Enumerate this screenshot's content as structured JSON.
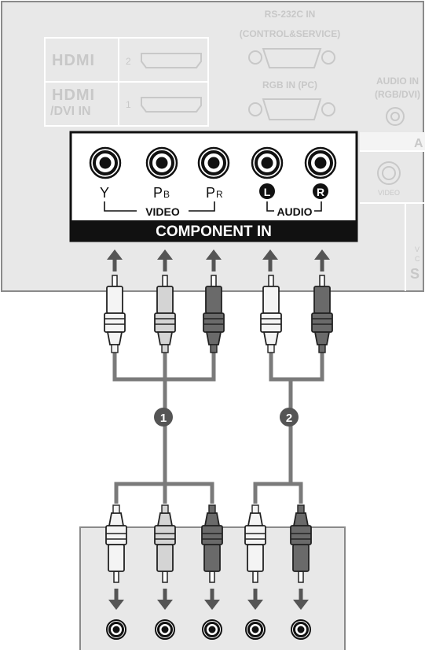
{
  "tv_panel": {
    "hdmi_logo": "HDMI",
    "hdmi2_index": "2",
    "hdmi1_index": "1",
    "hdmi_dvi_label": "/DVI IN",
    "rs232c_line1": "RS-232C IN",
    "rs232c_line2": "(CONTROL&SERVICE)",
    "rgb_in_label": "RGB IN (PC)",
    "audio_in_line1": "AUDIO IN",
    "audio_in_line2": "(RGB/DVI)",
    "av_partial": "A",
    "video_label": "VIDEO",
    "side_partial": "S",
    "side_partial_small_1": "V",
    "side_partial_small_2": "C"
  },
  "component_box": {
    "y_label": "Y",
    "pb_label": "PB",
    "pr_label": "PR",
    "left_label": "L",
    "right_label": "R",
    "video_group_label": "VIDEO",
    "audio_group_label": "AUDIO",
    "footer_label": "COMPONENT IN"
  },
  "cables": {
    "step_1": "1",
    "step_2": "2"
  },
  "colors": {
    "panel": "#e8e8e8",
    "panel_text": "#c8c8c8",
    "wire": "#7a7a7a",
    "plug_white": "#f4f4f4",
    "plug_light_gray": "#d4d4d4",
    "plug_dark": "#6a6a6a",
    "arrow": "#555555",
    "black": "#111111"
  }
}
